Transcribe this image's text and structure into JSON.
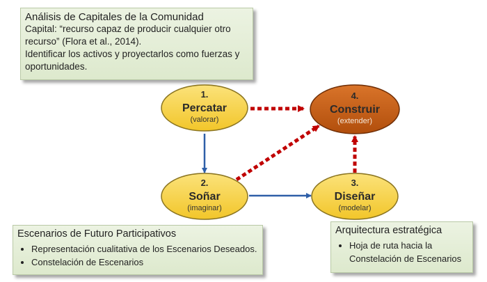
{
  "analisis": {
    "title": "Análisis de Capitales de la Comunidad",
    "lines": [
      "Capital: “recurso capaz de producir cualquier otro",
      "recurso” (Flora et al., 2014).",
      "Identificar los activos y  proyectarlos como fuerzas y",
      "oportunidades."
    ]
  },
  "nodes": [
    {
      "num": "1.",
      "label": "Percatar",
      "sub": "(valorar)",
      "fill": "#f5d24a"
    },
    {
      "num": "2.",
      "label": "Soñar",
      "sub": "(imaginar)",
      "fill": "#f5d24a"
    },
    {
      "num": "3.",
      "label": "Diseñar",
      "sub": "(modelar)",
      "fill": "#f5d24a"
    },
    {
      "num": "4.",
      "label": "Construir",
      "sub": "(extender)",
      "fill": "#c55a11"
    }
  ],
  "escenarios": {
    "title": "Escenarios de Futuro Participativos",
    "items": [
      "Representación cualitativa de los Escenarios Deseados.",
      "Constelación de Escenarios"
    ]
  },
  "arquitectura": {
    "title": "Arquitectura estratégica",
    "items": [
      "Hoja de ruta hacia la Constelación de Escenarios"
    ]
  },
  "colors": {
    "solid_arrow": "#2e5fa8",
    "dotted_arrow": "#c00000",
    "box_border": "#b9c9a6"
  }
}
